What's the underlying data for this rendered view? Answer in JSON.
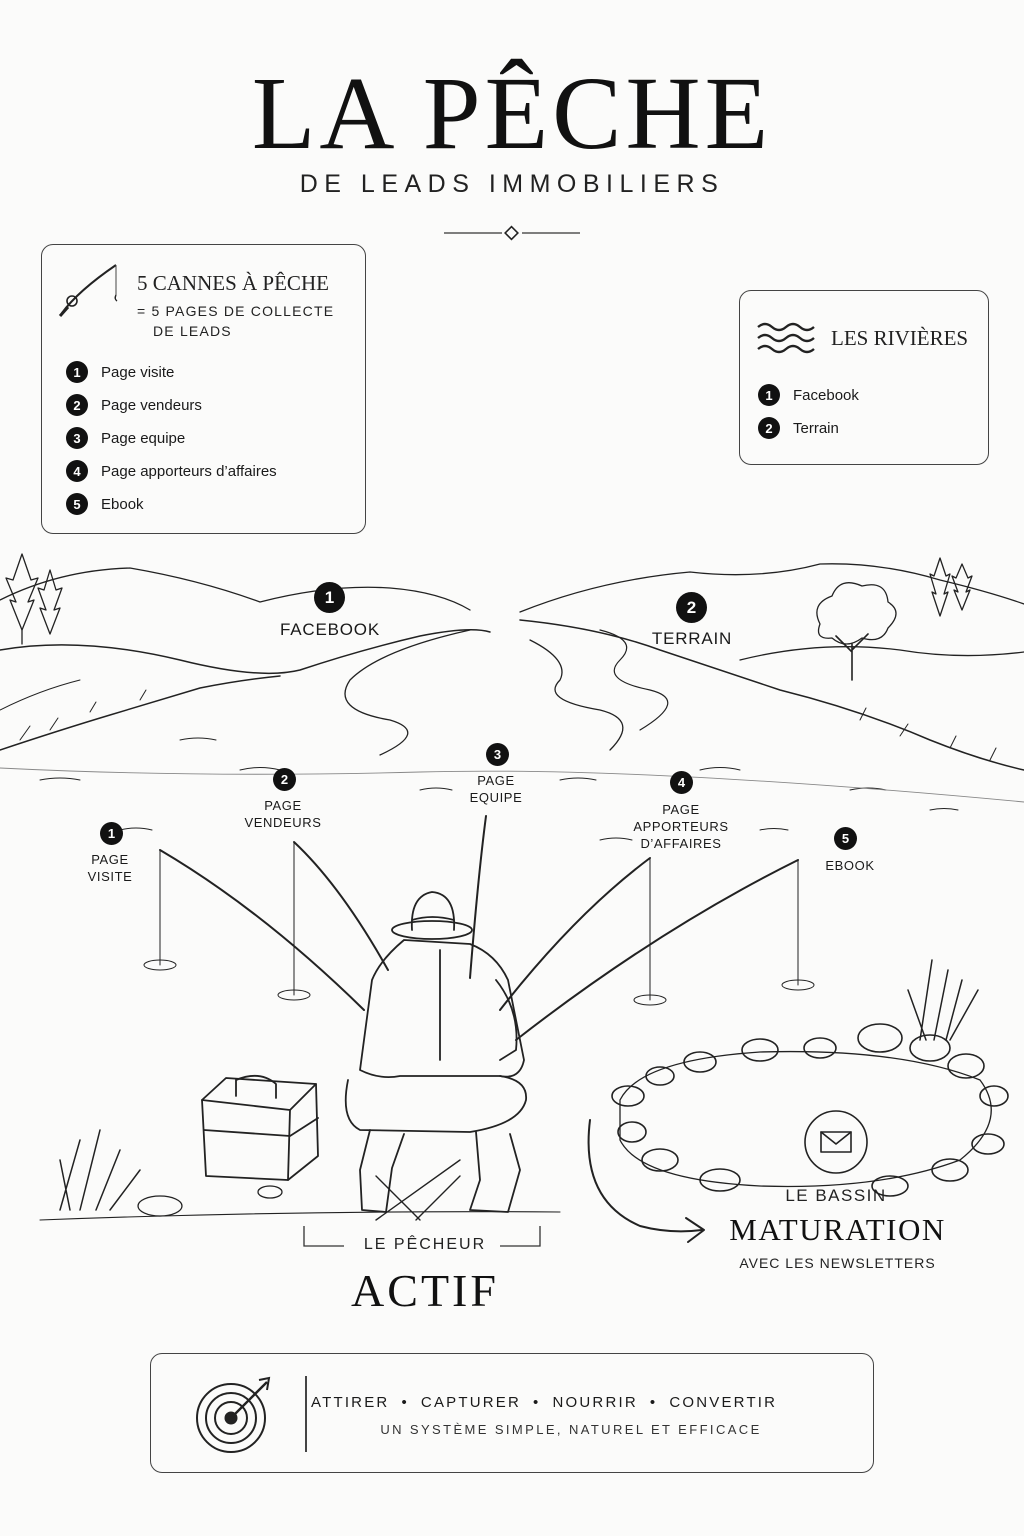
{
  "header": {
    "title": "LA PÊCHE",
    "subtitle": "DE LEADS IMMOBILIERS"
  },
  "rods_card": {
    "title": "5 CANNES À PÊCHE",
    "subtitle_line1": "= 5 PAGES DE COLLECTE",
    "subtitle_line2": "DE LEADS",
    "items": [
      {
        "num": "1",
        "label": "Page visite"
      },
      {
        "num": "2",
        "label": "Page vendeurs"
      },
      {
        "num": "3",
        "label": "Page equipe"
      },
      {
        "num": "4",
        "label": "Page apporteurs d’affaires"
      },
      {
        "num": "5",
        "label": "Ebook"
      }
    ]
  },
  "rivers_card": {
    "title": "LES RIVIÈRES",
    "items": [
      {
        "num": "1",
        "label": "Facebook"
      },
      {
        "num": "2",
        "label": "Terrain"
      }
    ]
  },
  "scene": {
    "rivers": [
      {
        "num": "1",
        "label": "FACEBOOK"
      },
      {
        "num": "2",
        "label": "TERRAIN"
      }
    ],
    "rods": [
      {
        "num": "1",
        "line1": "PAGE",
        "line2": "VISITE",
        "line3": ""
      },
      {
        "num": "2",
        "line1": "PAGE",
        "line2": "VENDEURS",
        "line3": ""
      },
      {
        "num": "3",
        "line1": "PAGE",
        "line2": "EQUIPE",
        "line3": ""
      },
      {
        "num": "4",
        "line1": "PAGE",
        "line2": "APPORTEURS",
        "line3": "D’AFFAIRES"
      },
      {
        "num": "5",
        "line1": "EBOOK",
        "line2": "",
        "line3": ""
      }
    ],
    "fisher": {
      "small": "LE PÊCHEUR",
      "big": "ACTIF"
    },
    "pool": {
      "small": "LE BASSIN",
      "big": "MATURATION",
      "note": "AVEC LES NEWSLETTERS"
    }
  },
  "footer": {
    "steps": [
      "ATTIRER",
      "CAPTURER",
      "NOURRIR",
      "CONVERTIR"
    ],
    "separator": "•",
    "tagline": "UN SYSTÈME SIMPLE, NATUREL ET EFFICACE"
  },
  "icons": {
    "rods_card_icon": "fishing-rod-icon",
    "rivers_card_icon": "waves-icon",
    "pool_icon": "envelope-icon",
    "footer_icon": "target-icon"
  }
}
